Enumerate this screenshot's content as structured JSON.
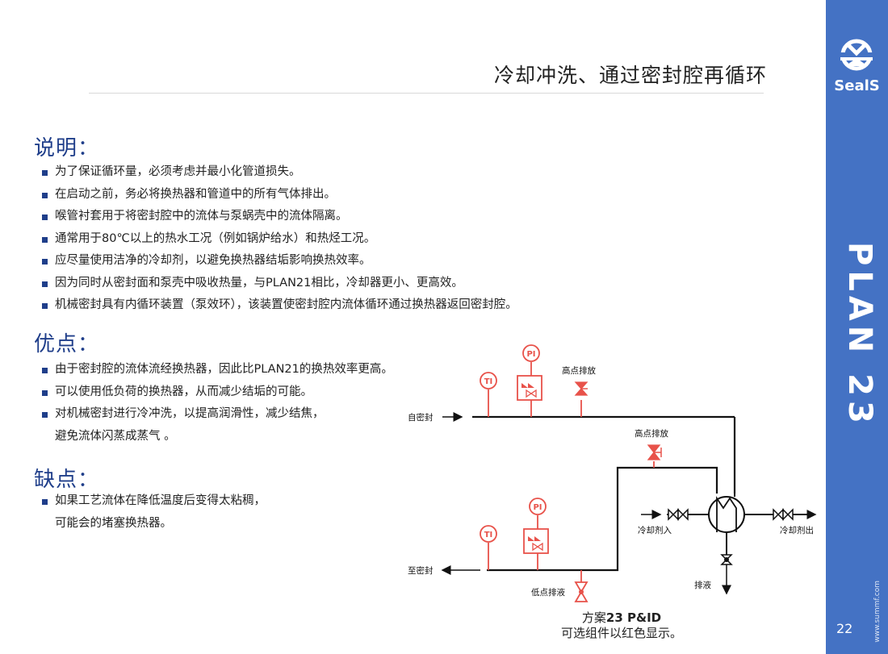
{
  "header": {
    "title": "冷却冲洗、通过密封腔再循环"
  },
  "sidebar": {
    "logo_text": "SealS",
    "plan_label": "PLAN 23",
    "page_number": "22",
    "website": "www.summf.com"
  },
  "description": {
    "heading": "说明：",
    "items": [
      "为了保证循环量，必须考虑并最小化管道损失。",
      "在启动之前，务必将换热器和管道中的所有气体排出。",
      "喉管衬套用于将密封腔中的流体与泵蜗壳中的流体隔离。",
      "通常用于80℃以上的热水工况（例如锅炉给水）和热烃工况。",
      "应尽量使用洁净的冷却剂，以避免换热器结垢影响换热效率。",
      "因为同时从密封面和泵壳中吸收热量，与PLAN21相比，冷却器更小、更高效。",
      "机械密封具有内循环装置（泵效环），该装置使密封腔内流体循环通过换热器返回密封腔。"
    ]
  },
  "advantages": {
    "heading": "优点：",
    "items": [
      "由于密封腔的流体流经换热器，因此比PLAN21的换热效率更高。",
      "可以使用低负荷的换热器，从而减少结垢的可能。",
      "对机械密封进行冷冲洗，以提高润滑性，减少结焦，"
    ],
    "continuation": "避免流体闪蒸成蒸气 。"
  },
  "disadvantages": {
    "heading": "缺点：",
    "items": [
      "如果工艺流体在降低温度后变得太粘稠，"
    ],
    "continuation": "可能会的堵塞换热器。"
  },
  "diagram": {
    "labels": {
      "from_seal": "自密封",
      "to_seal": "至密封",
      "high_vent_1": "高点排放",
      "high_vent_2": "高点排放",
      "low_drain": "低点排液",
      "coolant_in": "冷却剂入",
      "coolant_out": "冷却剂出",
      "drain": "排液",
      "pi": "PI",
      "ti": "TI"
    },
    "colors": {
      "optional": "#e8524a",
      "line": "#111111"
    }
  },
  "caption": {
    "line1_prefix": "方案",
    "line1_bold": "23 P&ID",
    "line2": "可选组件以红色显示。"
  }
}
